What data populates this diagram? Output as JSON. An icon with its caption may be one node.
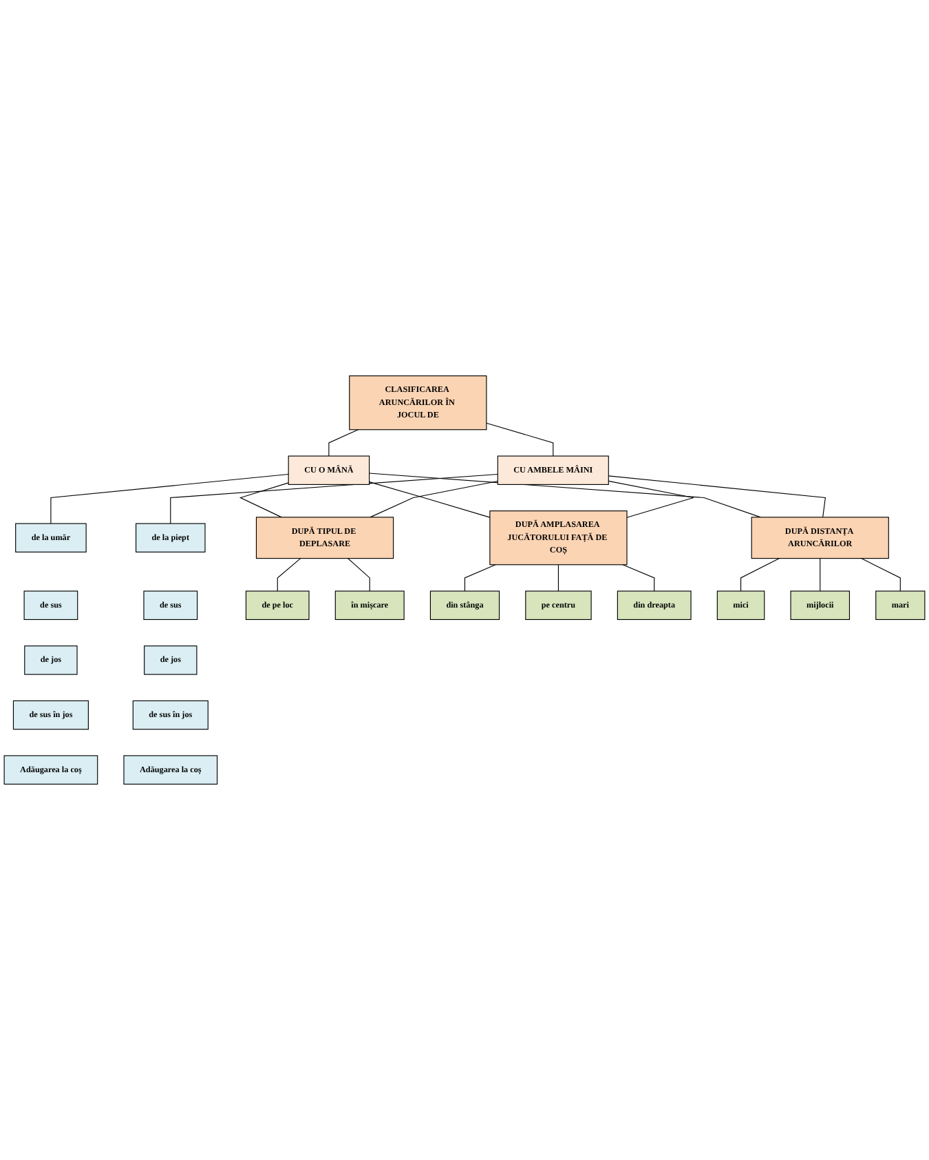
{
  "diagram": {
    "nodes": [
      {
        "text": [
          "CLASIFICAREA ARUNCĂRILOR ÎN JOCUL DE"
        ]
      },
      {
        "text": [
          "CU O MÂNĂ"
        ]
      },
      {
        "text": [
          "CU AMBELE MÂINI"
        ]
      },
      {
        "text": [
          "de la umăr"
        ]
      },
      {
        "text": [
          "de sus"
        ]
      },
      {
        "text": [
          "de jos"
        ]
      },
      {
        "text": [
          "de sus în jos"
        ]
      },
      {
        "text": [
          "Adăugarea la coș"
        ]
      },
      {
        "text": [
          "de la piept"
        ]
      },
      {
        "text": [
          "de sus"
        ]
      },
      {
        "text": [
          "de jos"
        ]
      },
      {
        "text": [
          "de sus în jos"
        ]
      },
      {
        "text": [
          "Adăugarea la coș"
        ]
      },
      {
        "text": [
          "DUPĂ TIPUL DE DEPLASARE"
        ]
      },
      {
        "text": [
          "de pe loc"
        ]
      },
      {
        "text": [
          "în mișcare"
        ]
      },
      {
        "text": [
          "DUPĂ AMPLASAREA JUCĂTORULUI FAȚĂ DE COȘ"
        ]
      },
      {
        "text": [
          "din stânga"
        ]
      },
      {
        "text": [
          "pe centru"
        ]
      },
      {
        "text": [
          "din dreapta"
        ]
      },
      {
        "text": [
          "DUPĂ DISTANȚA ARUNCĂRILOR"
        ]
      },
      {
        "text": [
          "mici"
        ]
      },
      {
        "text": [
          "mijlocii"
        ]
      },
      {
        "text": [
          "mari"
        ]
      }
    ],
    "edges": [
      {
        "from": 0,
        "to": 1,
        "arrow": "none"
      },
      {
        "from": 0,
        "to": 2,
        "arrow": "none"
      },
      {
        "from": 1,
        "to": 3,
        "arrow": "none"
      },
      {
        "from": 2,
        "to": 8,
        "arrow": "none"
      },
      {
        "from": 13,
        "to": 14,
        "arrow": "none"
      },
      {
        "from": 13,
        "to": 15,
        "arrow": "none"
      },
      {
        "from": 16,
        "to": 17,
        "arrow": "none"
      },
      {
        "from": 16,
        "to": 18,
        "arrow": "none"
      },
      {
        "from": 16,
        "to": 19,
        "arrow": "none"
      },
      {
        "from": 20,
        "to": 21,
        "arrow": "none"
      },
      {
        "from": 20,
        "to": 22,
        "arrow": "none"
      },
      {
        "from": 20,
        "to": 23,
        "arrow": "none"
      },
      {
        "from": 1,
        "to": 13,
        "arrow": "none"
      },
      {
        "from": 1,
        "to": 16,
        "arrow": "none"
      },
      {
        "from": 1,
        "to": 20,
        "arrow": "none"
      },
      {
        "from": 2,
        "to": 13,
        "arrow": "none"
      },
      {
        "from": 2,
        "to": 16,
        "arrow": "none"
      },
      {
        "from": 2,
        "to": 20,
        "arrow": "none"
      }
    ]
  }
}
